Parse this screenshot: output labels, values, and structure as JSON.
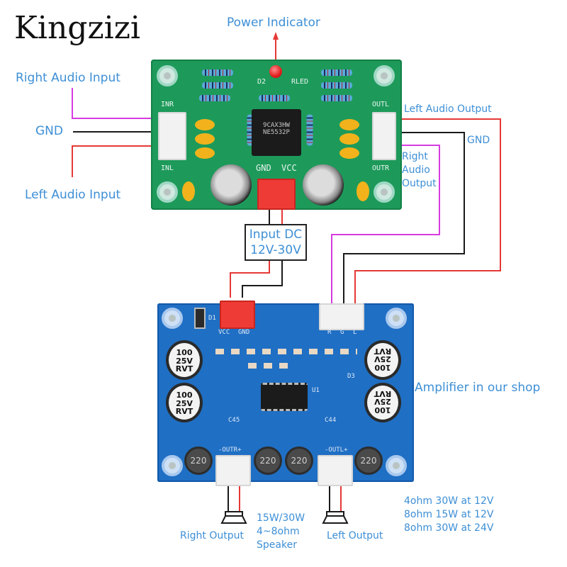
{
  "brand": "Kingzizi",
  "labels": {
    "power_indicator": "Power Indicator",
    "right_audio_input": "Right Audio Input",
    "gnd_left": "GND",
    "left_audio_input": "Left Audio Input",
    "left_audio_output": "Left Audio Output",
    "gnd_right": "GND",
    "right_audio_output": "Right\nAudio\nOutput",
    "input_dc": "Input DC\n12V-30V",
    "amplifier_shop": "Amplifier in our shop",
    "right_output": "Right Output",
    "left_output": "Left Output",
    "speaker_spec": "15W/30W\n4~8ohm\nSpeaker",
    "power_specs": [
      "4ohm 30W at 12V",
      "8ohm 15W at 12V",
      "8ohm 30W at 24V"
    ]
  },
  "preamp_board": {
    "chip_line1": "9CAX3HW",
    "chip_line2": "NE5532P",
    "silk": {
      "inr": "INR",
      "inl": "INL",
      "outl": "OUTL",
      "outr": "OUTR",
      "gnd": "GND",
      "vcc": "VCC",
      "d2": "D2",
      "rled": "RLED"
    }
  },
  "amp_board": {
    "silk": {
      "vcc": "VCC",
      "gnd": "GND",
      "r": "R",
      "g": "G",
      "l": "L",
      "outr": "-OUTR+",
      "outl": "-OUTL+",
      "u1": "U1",
      "c45": "C45",
      "c44": "C44",
      "d1": "D1",
      "d3": "D3"
    },
    "cap_label": "100\n25V\nRVT",
    "inductor_label": "220"
  },
  "colors": {
    "label_blue": "#3d8fd6",
    "wire_red": "#e53935",
    "wire_black": "#1a1a1a",
    "wire_magenta": "#d63be0",
    "pcb_green": "#1d9a5a",
    "pcb_blue": "#1f6fc4"
  }
}
